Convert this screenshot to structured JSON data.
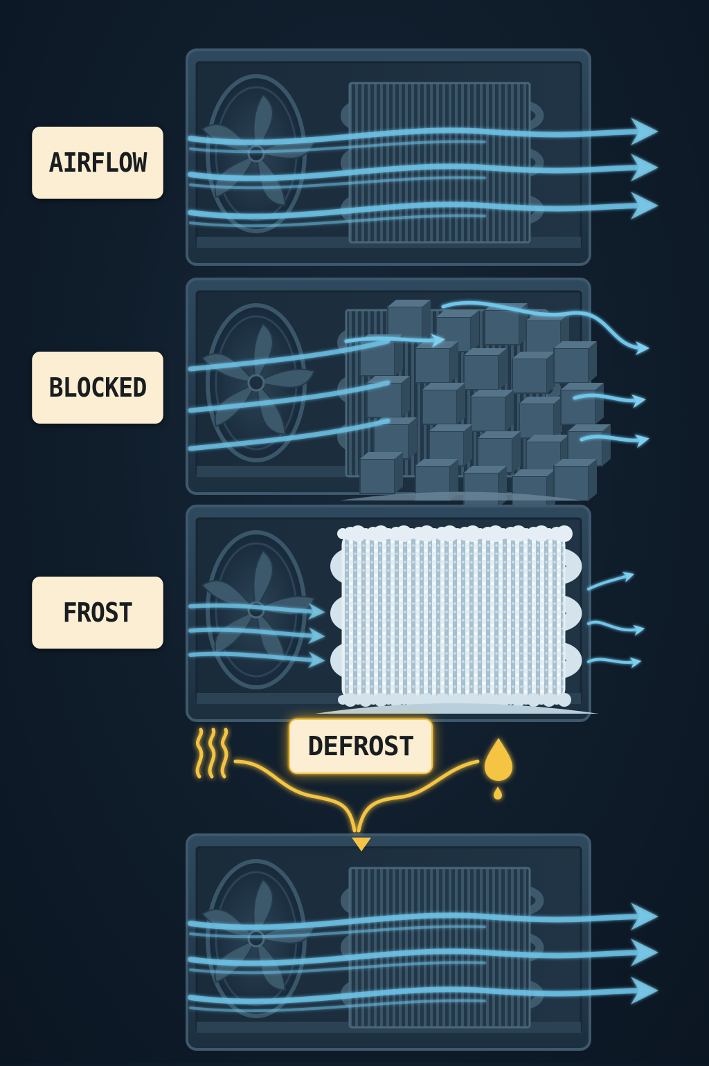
{
  "panels": [
    {
      "id": "airflow",
      "label": "AIRFLOW",
      "state": "clear"
    },
    {
      "id": "blocked",
      "label": "BLOCKED",
      "state": "blocked"
    },
    {
      "id": "frost",
      "label": "FROST",
      "state": "frosted"
    },
    {
      "id": "after-defrost",
      "label": "",
      "state": "clear"
    }
  ],
  "defrost": {
    "label": "DEFROST"
  },
  "colors": {
    "background": "#0f1c2a",
    "housing": "#263c4e",
    "airflow": "#6fc6ea",
    "frost": "#c9dbe6",
    "defrost_glow": "#f5c443",
    "label_bg": "#fbeed2"
  },
  "icons": [
    "fan-icon",
    "coil-icon",
    "heat-waves-icon",
    "water-drop-icon",
    "down-arrow-icon"
  ]
}
